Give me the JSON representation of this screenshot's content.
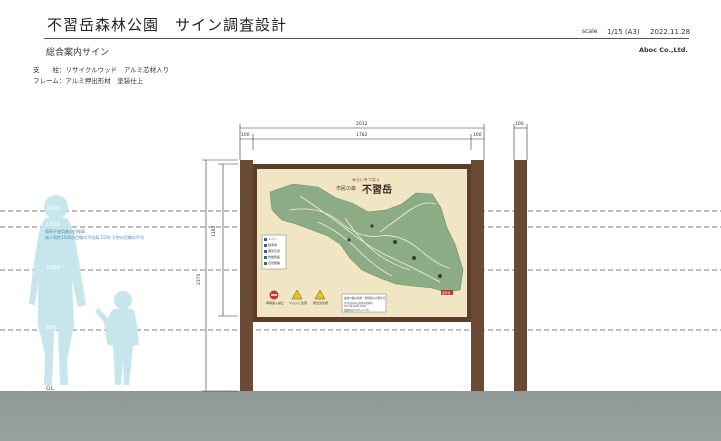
{
  "header": {
    "title": "不習岳森林公園　サイン調査設計",
    "scale_label": "scale",
    "scale_value": "1/15 (A3)",
    "date": "2022.11.28",
    "subtitle": "総合案内サイン",
    "company": "Aboc Co.,Ltd."
  },
  "specs": {
    "line1": "支　　柱：リサイクルウッド　アルミ芯材入り",
    "line2": "フレーム：アルミ押出形材　塗装仕上"
  },
  "levels": {
    "l1800": "1800",
    "l1500": "1500",
    "l1000": "1000",
    "l500": "500",
    "gl": "GL",
    "note1": "車椅子使用者の目線高",
    "note2": "成人男性1500の目線の平均高 1550 子供の目線の平均"
  },
  "dimensions": {
    "total_width": "2012",
    "panel_width": "1782",
    "post_left": "100",
    "post_right": "100",
    "side_post": "100",
    "panel_height": "1182",
    "total_height": "2370"
  },
  "map": {
    "subtitle": "みらいをつなぐ",
    "title_pre": "市民の森",
    "title_main": "不習岳",
    "legend": [
      "トイレ",
      "駐車場",
      "展望広場",
      "休憩施設",
      "自然散策"
    ],
    "warnings": [
      "車両進入禁止",
      "マムシに注意",
      "熊出没注意"
    ],
    "info_title": "森林公園の利用・管理者のお問合せ",
    "info_lines": [
      "不習岳森林公園管理事務所",
      "TEL 00-0000-0000",
      "開園時間 9:00〜17:00"
    ],
    "place": "展望台"
  },
  "colors": {
    "post": "#6b4a33",
    "frame": "#5b3d2b",
    "panel_bg": "#f1e6c3",
    "map_green": "#8bac84",
    "ground": "#939d9b",
    "silhouette": "#c7e6eb"
  }
}
